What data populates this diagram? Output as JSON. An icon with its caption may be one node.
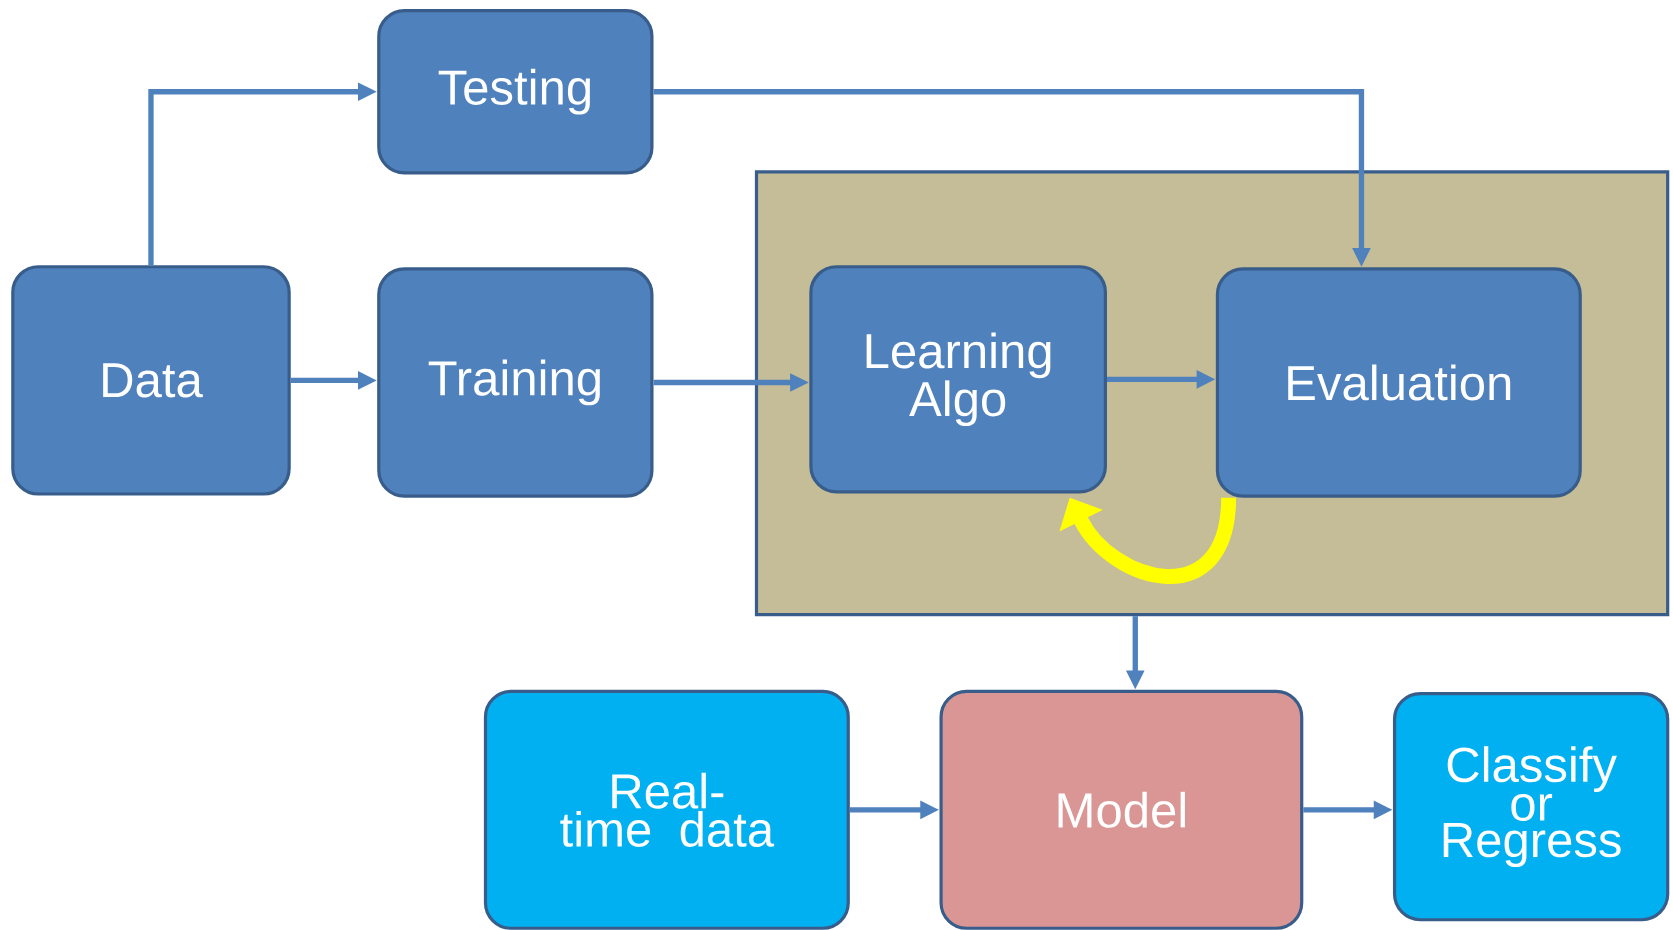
{
  "diagram": {
    "nodes": [
      {
        "text": [
          "Testing"
        ]
      },
      {
        "text": [
          "Data"
        ]
      },
      {
        "text": [
          "Training"
        ]
      },
      {
        "text": [],
        "shape": "box"
      },
      {
        "text": [
          "Learning Algo"
        ],
        "in": 3
      },
      {
        "text": [
          "Evaluation"
        ],
        "in": 3
      },
      {
        "text": [
          "Real-time data"
        ]
      },
      {
        "text": [
          "Model"
        ]
      },
      {
        "text": [
          "Classify or Regress"
        ]
      }
    ],
    "edges": [
      {
        "from": 1,
        "to": 0,
        "arrow": "to"
      },
      {
        "from": 1,
        "to": 2,
        "arrow": "to"
      },
      {
        "from": 0,
        "to": 5,
        "arrow": "to"
      },
      {
        "from": 2,
        "to": 4,
        "arrow": "to"
      },
      {
        "from": 4,
        "to": 5,
        "arrow": "to"
      },
      {
        "from": 5,
        "to": 4,
        "arrow": "to",
        "style": "thick",
        "color": "#ffff00"
      },
      {
        "from": 3,
        "to": 7,
        "arrow": "to"
      },
      {
        "from": 6,
        "to": 7,
        "arrow": "to"
      },
      {
        "from": 7,
        "to": 8,
        "arrow": "to"
      }
    ]
  }
}
